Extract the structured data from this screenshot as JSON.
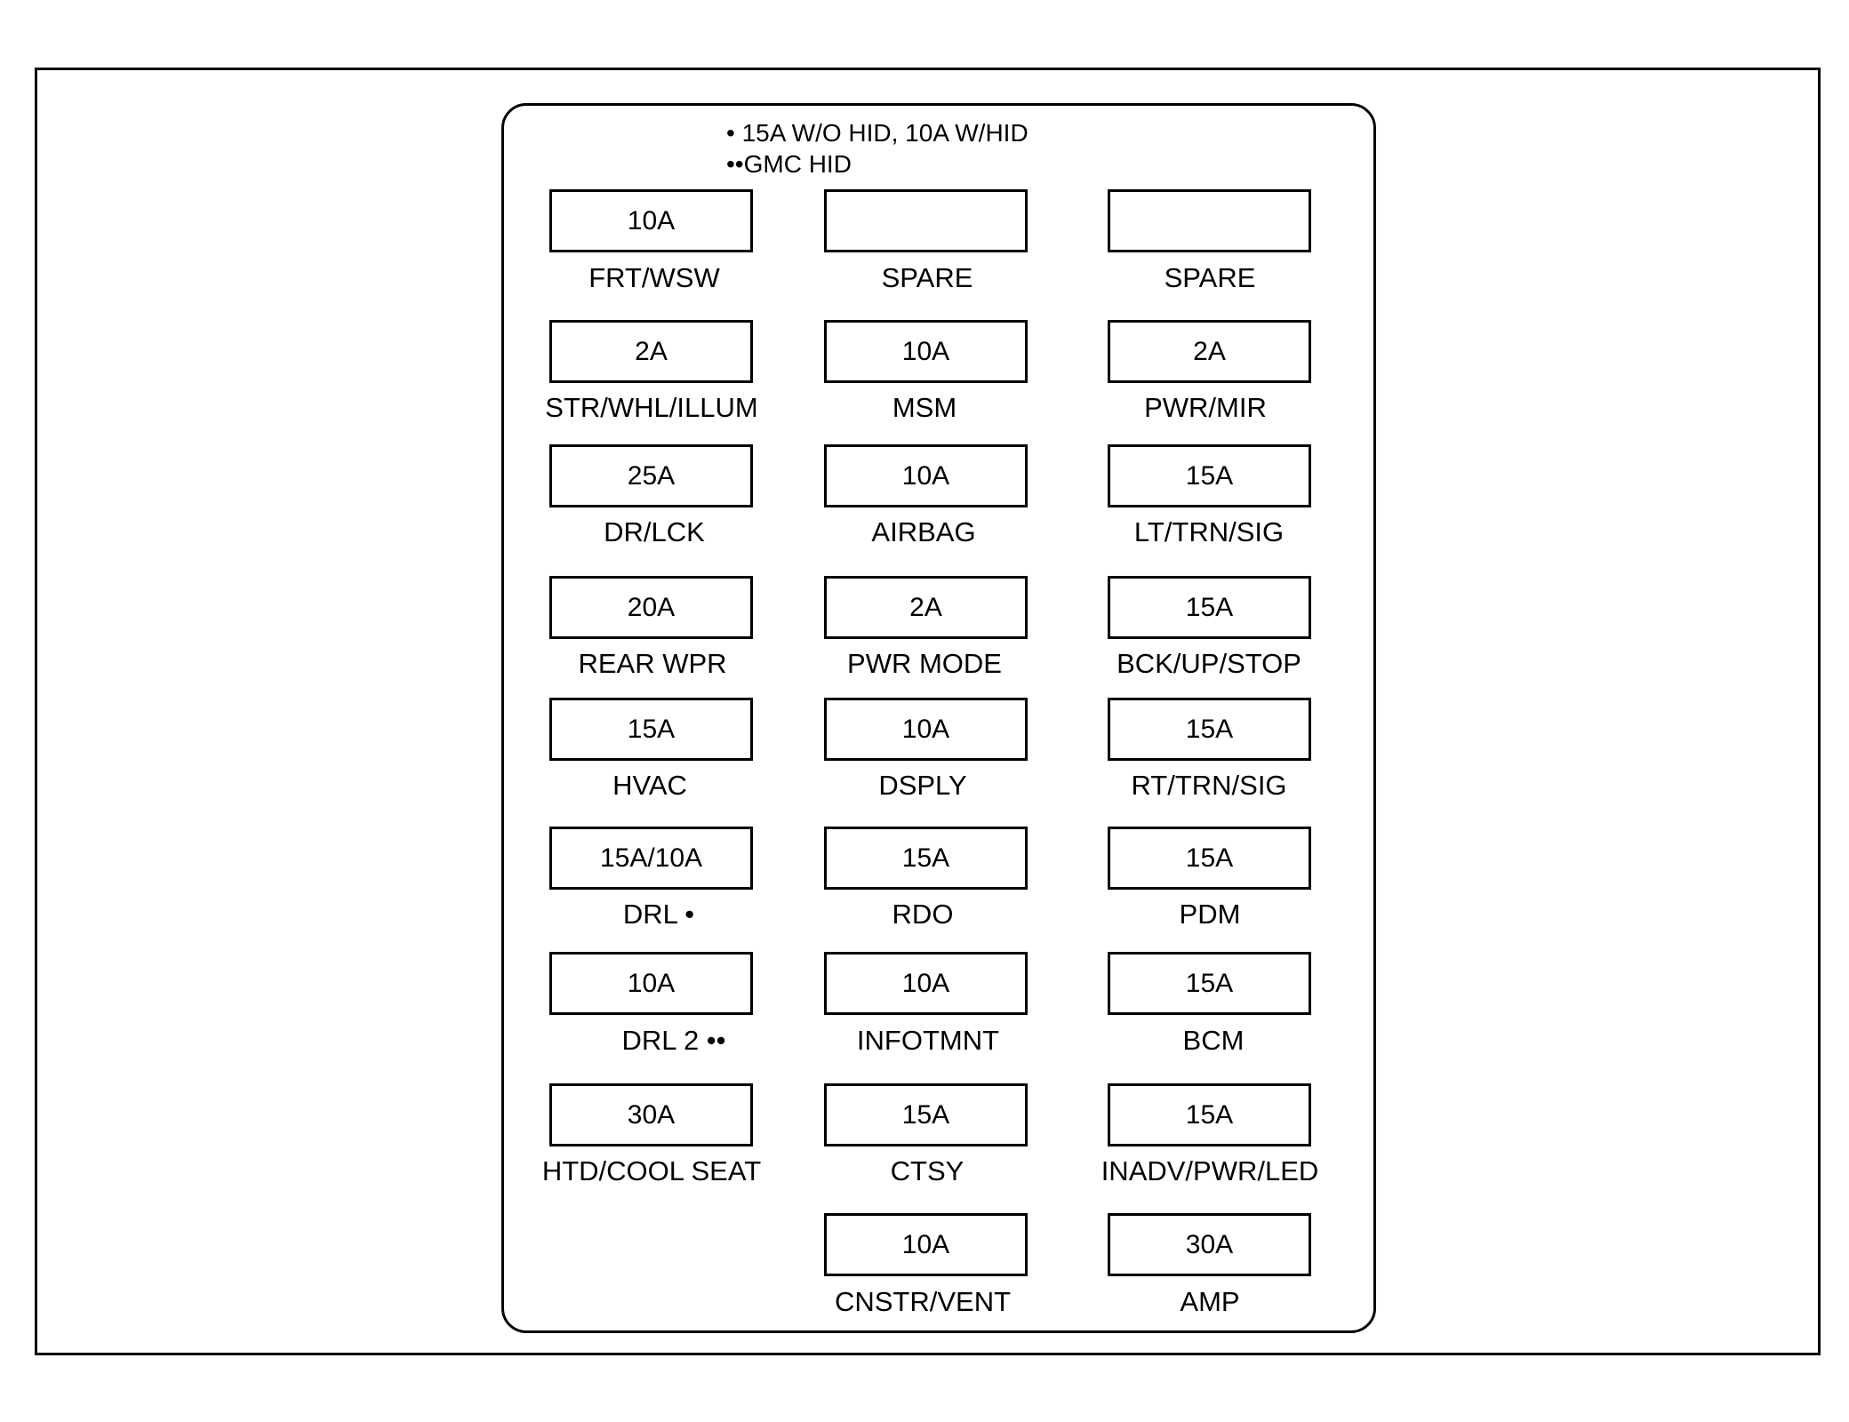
{
  "legend": {
    "line1": "• 15A W/O HID, 10A W/HID",
    "line2": "••GMC HID"
  },
  "fuses": [
    {
      "rating": "10A",
      "label": "FRT/WSW"
    },
    {
      "rating": "",
      "label": "SPARE"
    },
    {
      "rating": "",
      "label": "SPARE"
    },
    {
      "rating": "2A",
      "label": "STR/WHL/ILLUM"
    },
    {
      "rating": "10A",
      "label": "MSM"
    },
    {
      "rating": "2A",
      "label": "PWR/MIR"
    },
    {
      "rating": "25A",
      "label": "DR/LCK"
    },
    {
      "rating": "10A",
      "label": "AIRBAG"
    },
    {
      "rating": "15A",
      "label": "LT/TRN/SIG"
    },
    {
      "rating": "20A",
      "label": "REAR WPR"
    },
    {
      "rating": "2A",
      "label": "PWR MODE"
    },
    {
      "rating": "15A",
      "label": "BCK/UP/STOP"
    },
    {
      "rating": "15A",
      "label": "HVAC"
    },
    {
      "rating": "10A",
      "label": "DSPLY"
    },
    {
      "rating": "15A",
      "label": "RT/TRN/SIG"
    },
    {
      "rating": "15A/10A",
      "label": "DRL •"
    },
    {
      "rating": "15A",
      "label": "RDO"
    },
    {
      "rating": "15A",
      "label": "PDM"
    },
    {
      "rating": "10A",
      "label": "DRL 2 ••"
    },
    {
      "rating": "10A",
      "label": "INFOTMNT"
    },
    {
      "rating": "15A",
      "label": "BCM"
    },
    {
      "rating": "30A",
      "label": "HTD/COOL SEAT"
    },
    {
      "rating": "15A",
      "label": "CTSY"
    },
    {
      "rating": "15A",
      "label": "INADV/PWR/LED"
    },
    {
      "rating": "10A",
      "label": "CNSTR/VENT"
    },
    {
      "rating": "30A",
      "label": "AMP"
    }
  ]
}
